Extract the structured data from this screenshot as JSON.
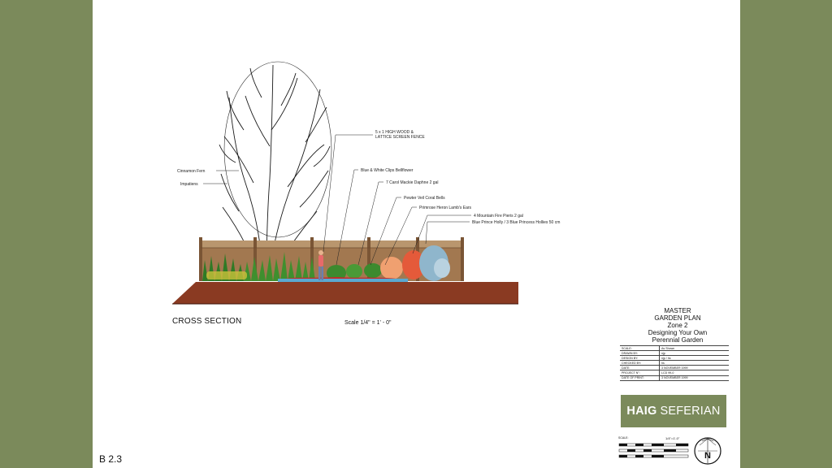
{
  "drawing": {
    "labels": {
      "fence": [
        "5 x 1 HIGH WOOD &",
        "LATTICE SCREEN FENCE"
      ],
      "cinnamon_fern": "Cinnamon Fern",
      "impatiens": "Impatiens",
      "bellflower": "Blue & White Clips  Bellflower",
      "daphne": "7 Carol Mackie Daphne  2 gal",
      "coral_bells": "Pewter Veil Coral Bells",
      "lambs_ears": "Primrose Heron Lamb's Ears",
      "fire_pieris": "4 Mountain Fire Pieris 2 gal",
      "hollies": "Blue Prince Holly / 3 Blue Princess Hollies 50 cm"
    }
  },
  "section_title": "CROSS SECTION",
  "scale_note": "Scale  1/4\" = 1' - 0\"",
  "title_block": {
    "lines": [
      "MASTER",
      "GARDEN PLAN",
      "Zone 2",
      "Designing Your Own",
      "Perennial Garden"
    ],
    "rows": [
      {
        "key": "SCALE:",
        "value": "As Shown"
      },
      {
        "key": "DRAWN BY:",
        "value": "njp"
      },
      {
        "key": "DESIGN BY:",
        "value": "njp / hs"
      },
      {
        "key": "CHECKED BY:",
        "value": "hs"
      },
      {
        "key": "DATE:",
        "value": "3 NOVEMBER 1999"
      },
      {
        "key": "PROJECT N°:",
        "value": "LCD 99-0"
      },
      {
        "key": "DATE OF PRINT:",
        "value": "3 NOVEMBER 1999"
      }
    ],
    "brand_bold": "HAIG",
    "brand_rest": "SEFERIAN",
    "scalebar_label": "SCALE:",
    "scalebar_value": "1/4\"=1'-0\"",
    "north": "N"
  },
  "sheet_number": "B 2.3",
  "colors": {
    "background": "#7b8a5b",
    "fence": "#a27850",
    "soil": "#8a3a22"
  }
}
